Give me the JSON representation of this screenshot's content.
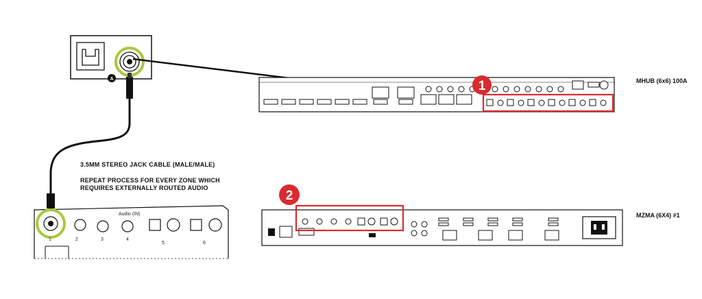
{
  "devices": {
    "mhub_title": "MHUB (6x6) 100A",
    "mzma_title": "MZMA (6X4) #1"
  },
  "notes": {
    "cable": "3.5MM STEREO JACK CABLE (MALE/MALE)",
    "repeat_line1": "REPEAT PROCESS FOR EVERY ZONE WHICH",
    "repeat_line2": "REQUIRES EXTERNALLY ROUTED AUDIO"
  },
  "wall_plate": {
    "marker": "A"
  },
  "callouts": {
    "one": "1",
    "two": "2"
  },
  "zoom_panel": {
    "audio_label": "Audio (IN)",
    "port_numbers": [
      "1",
      "2",
      "3",
      "4",
      "5",
      "6"
    ]
  },
  "colors": {
    "highlight_red": "#d92b2f",
    "highlight_green": "#a8c83a",
    "cable": "#111111"
  }
}
